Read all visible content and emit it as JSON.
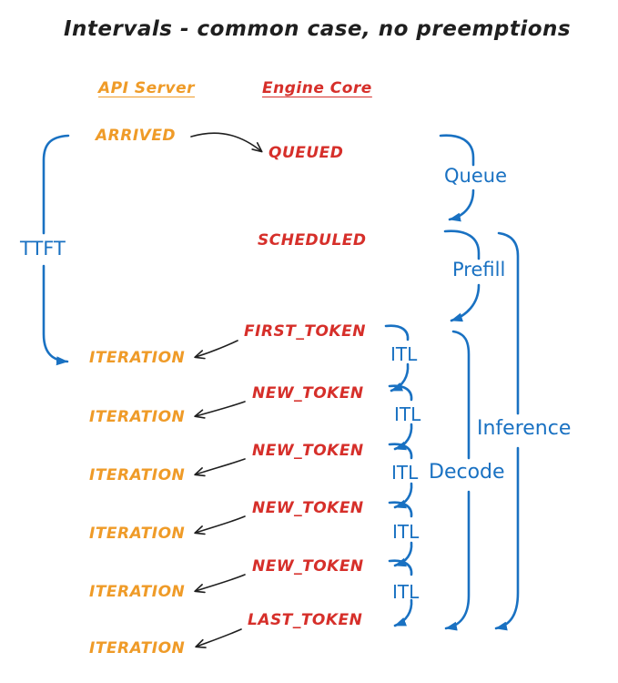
{
  "title": "Intervals - common case, no preemptions",
  "columns": {
    "api_server": "API Server",
    "engine_core": "Engine Core"
  },
  "api_events": [
    "ARRIVED",
    "ITERATION",
    "ITERATION",
    "ITERATION",
    "ITERATION",
    "ITERATION",
    "ITERATION"
  ],
  "engine_events": [
    "QUEUED",
    "SCHEDULED",
    "FIRST_TOKEN",
    "NEW_TOKEN",
    "NEW_TOKEN",
    "NEW_TOKEN",
    "NEW_TOKEN",
    "LAST_TOKEN"
  ],
  "interval_labels": {
    "ttft": "TTFT",
    "queue": "Queue",
    "prefill": "Prefill",
    "itl": "ITL",
    "decode": "Decode",
    "inference": "Inference"
  },
  "colors": {
    "api_server_text": "#ef9b28",
    "engine_core_text": "#d62f2a",
    "interval_text": "#1971c2",
    "arrow": "#1f1f1f",
    "background": "#ffffff"
  }
}
